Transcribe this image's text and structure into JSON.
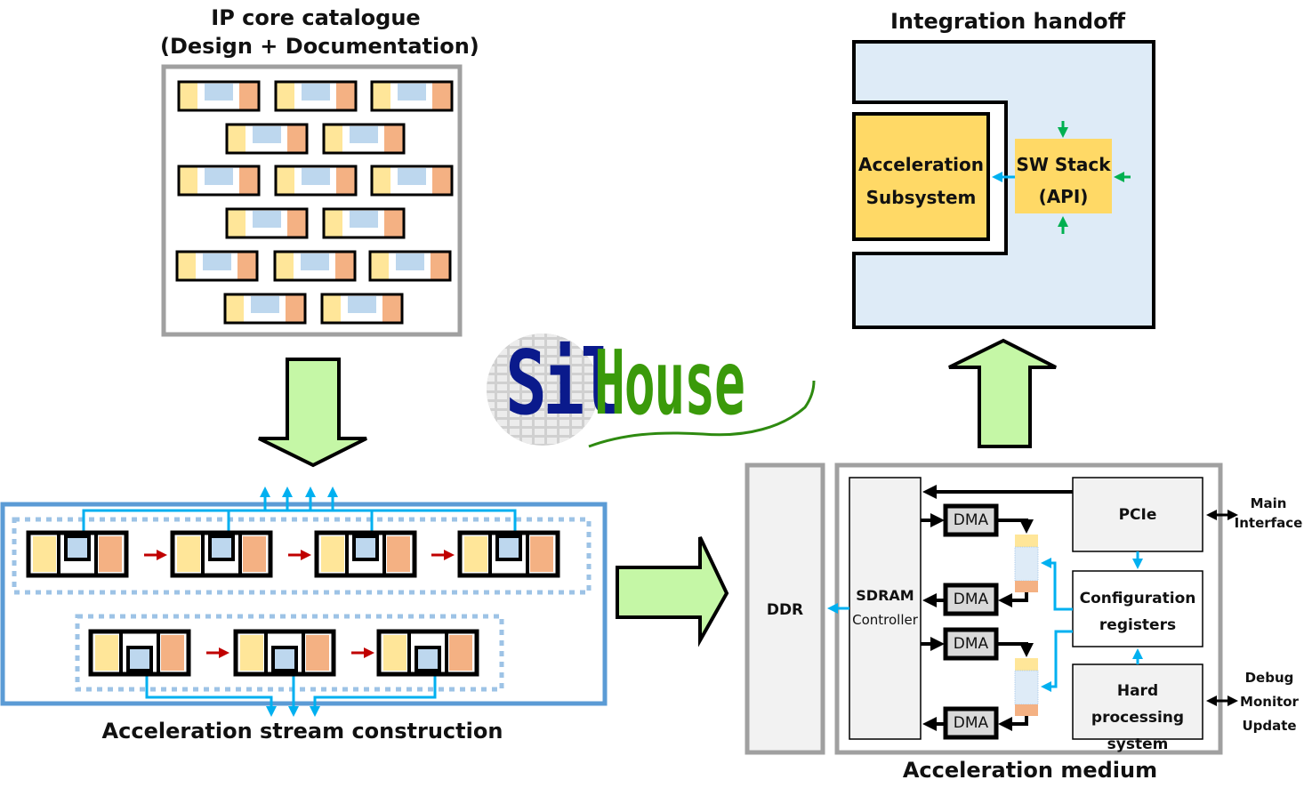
{
  "titles": {
    "catalogue_line1": "IP core catalogue",
    "catalogue_line2": "(Design + Documentation)",
    "integration": "Integration handoff",
    "stream": "Acceleration stream construction",
    "medium": "Acceleration medium"
  },
  "logo": {
    "part1": "Sil",
    "part2": "House",
    "part1_color": "#0a1a8c",
    "part2_color": "#3a9a0a"
  },
  "integration": {
    "subsystem_line1": "Acceleration",
    "subsystem_line2": "Subsystem",
    "sw_line1": "SW Stack",
    "sw_line2": "(API)"
  },
  "medium": {
    "ddr": "DDR",
    "sdram_line1": "SDRAM",
    "sdram_line2": "Controller",
    "dma_blocks": [
      "DMA",
      "DMA",
      "DMA",
      "DMA"
    ],
    "pcie": "PCIe",
    "config_line1": "Configuration",
    "config_line2": "registers",
    "hps_line1": "Hard processing",
    "hps_line2": "system",
    "main_interface_line1": "Main",
    "main_interface_line2": "Interface",
    "debug_line1": "Debug",
    "debug_line2": "Monitor",
    "debug_line3": "Update"
  },
  "colors": {
    "yellow": "#ffe699",
    "blue_light": "#bdd7ee",
    "orange": "#f4b183",
    "gold": "#ffd966",
    "panel_blue": "#deebf7",
    "frame_blue": "#5b9bd5",
    "dotted_blue": "#9dc3e6",
    "cyan_arrow": "#00b0f0",
    "red_arrow": "#c00000",
    "green_arrow": "#00b050",
    "big_arrow_fill": "#c5f7a6",
    "gray_frame": "#a0a0a0",
    "light_gray": "#f2f2f2",
    "dma_gray": "#d9d9d9"
  }
}
